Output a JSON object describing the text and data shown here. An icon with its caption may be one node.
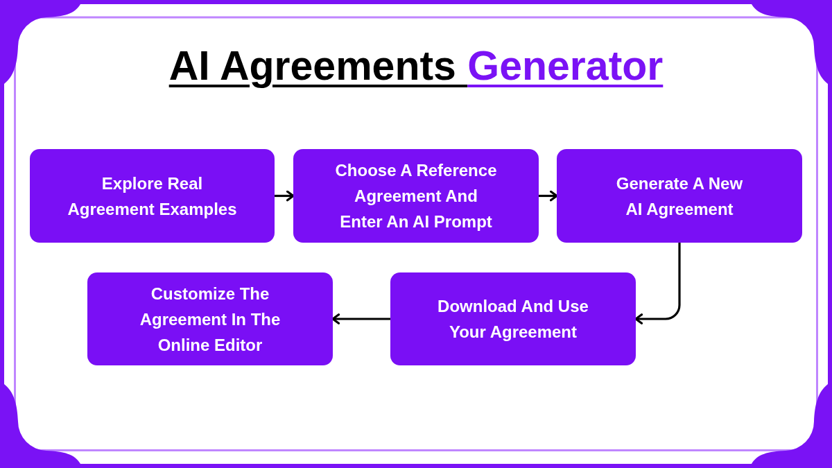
{
  "diagram": {
    "title": "AI Agreements **Generator**",
    "nodes": [
      {
        "text": [
          "Explore Real Agreement Examples"
        ]
      },
      {
        "text": [
          "Choose A Reference Agreement And Enter An AI Prompt"
        ]
      },
      {
        "text": [
          "Generate A New AI Agreement"
        ]
      },
      {
        "text": [
          "Customize The Agreement In The Online Editor"
        ]
      },
      {
        "text": [
          "Download And Use Your Agreement"
        ]
      }
    ],
    "edges": [
      {
        "from": 0,
        "to": 1,
        "arrow": "to"
      },
      {
        "from": 1,
        "to": 2,
        "arrow": "to"
      },
      {
        "from": 2,
        "to": 4,
        "arrow": "to"
      },
      {
        "from": 4,
        "to": 3,
        "arrow": "to"
      }
    ]
  }
}
